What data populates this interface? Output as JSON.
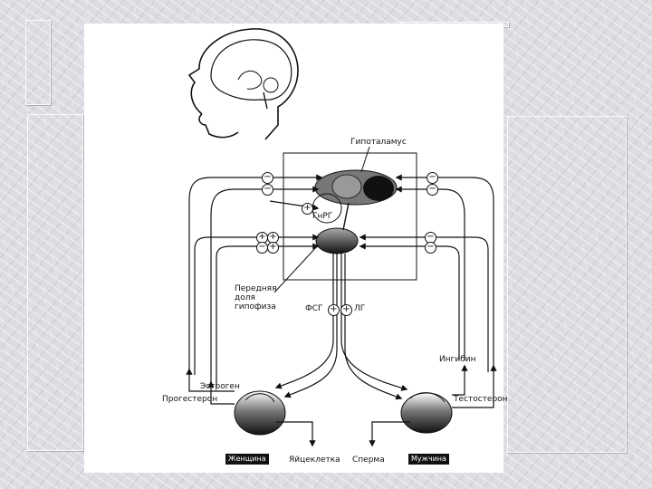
{
  "labels": {
    "hypothalamus": "Гипоталамус",
    "gnrg": "ГнРГ",
    "pituitary": "Передняя\nдоля\nгипофиза",
    "fsh": "ФСГ",
    "lh": "ЛГ",
    "estrogen": "Эстроген",
    "progesterone": "Прогестерон",
    "inhibin": "Ингибин",
    "testosterone": "Тестостерон",
    "female": "Женщина",
    "ovulation": "Яйцеклетка",
    "sperm": "Сперма",
    "male": "Мужчина"
  },
  "signs": {
    "minus": "−",
    "plus": "+"
  },
  "colors": {
    "ink": "#111111",
    "paper": "#ffffff",
    "organ_gray": "#6e6e6e"
  }
}
